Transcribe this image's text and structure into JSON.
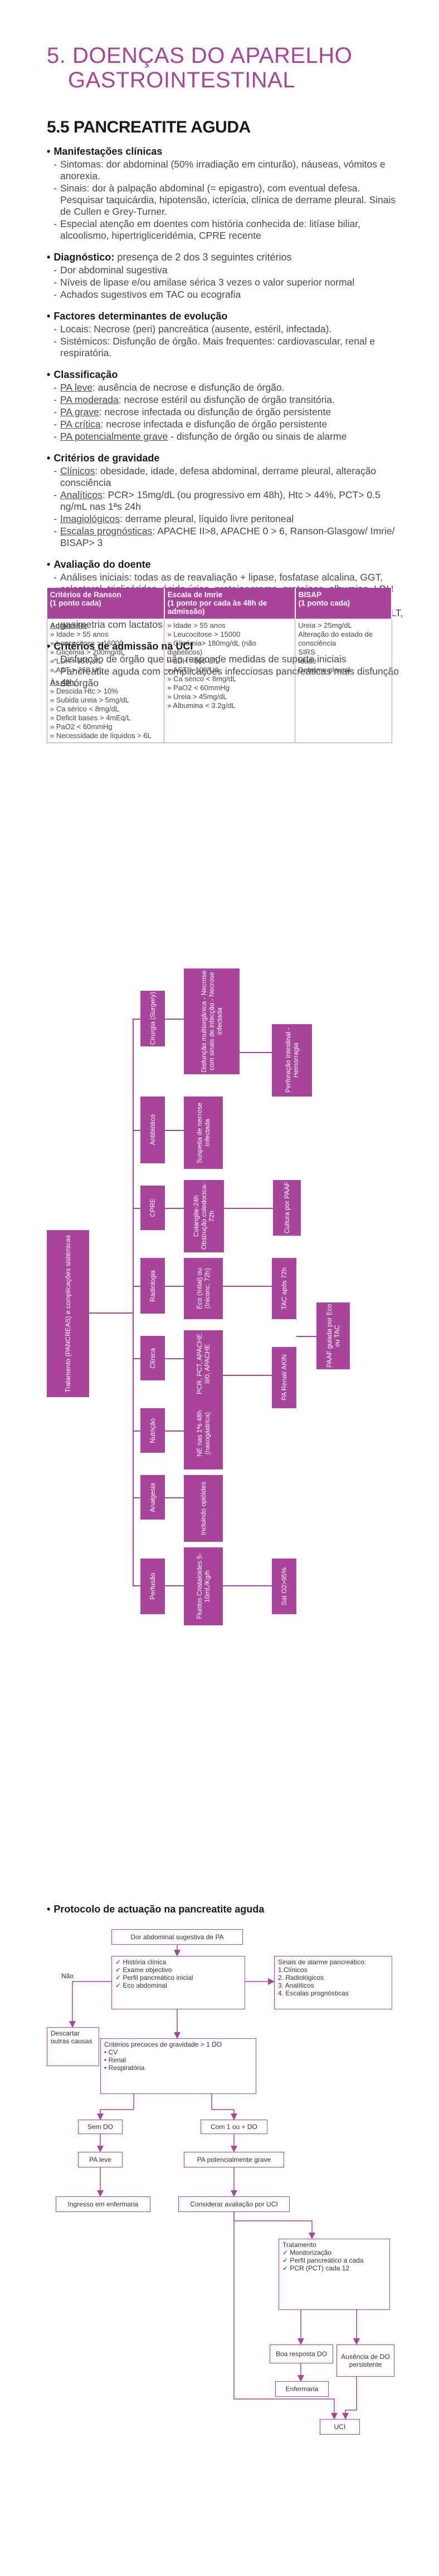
{
  "chapter": {
    "line1": "5. DOENÇAS DO APARELHO",
    "line2": "GASTROINTESTINAL"
  },
  "section": {
    "title": "5.5 PANCREATITE AGUDA"
  },
  "manifestacoes": {
    "heading": "Manifestações clínicas",
    "items": [
      "Sintomas: dor abdominal (50% irradiação em cinturão), náuseas, vómitos e anorexia.",
      "Sinais: dor à palpação abdominal (= epigastro), com eventual defesa. Pesquisar taquicárdia, hipotensão, icterícia, clínica de derrame pleural. Sinais de Cullen e Grey-Turner.",
      "Especial atenção em doentes com história conhecida de: litíase biliar, alcoolismo, hipertrigliceridémia, CPRE recente"
    ]
  },
  "diagnostico": {
    "heading": "Diagnóstico:",
    "text": "presença de 2 dos 3 seguintes critérios",
    "items": [
      "Dor abdominal sugestiva",
      "Níveis de lipase e/ou amilase sérica 3 vezes o valor superior normal",
      "Achados sugestivos em TAC ou ecografia"
    ]
  },
  "factores": {
    "heading": "Factores determinantes de evolução",
    "items": [
      "Locais: Necrose (peri) pancreática (ausente, estéril, infectada).",
      "Sistémicos: Disfunção de órgão. Mais frequentes: cardiovascular, renal e respiratória."
    ]
  },
  "classificacao": {
    "heading": "Classificação",
    "items": [
      {
        "term": "PA leve",
        "text": ": ausência de necrose e disfunção de órgão."
      },
      {
        "term": "PA moderada",
        "text": ": necrose estéril ou disfunção de órgão transitória."
      },
      {
        "term": "PA grave",
        "text": ": necrose infectada ou disfunção de órgão persistente"
      },
      {
        "term": "PA crítica",
        "text": ": necrose infectada e disfunção de órgão persistente"
      },
      {
        "term": "PA potencialmente grave",
        "text": " - disfunção de órgão ou sinais de alarme"
      }
    ]
  },
  "gravidade": {
    "heading": "Critérios de gravidade",
    "items": [
      {
        "term": "Clínicos",
        "text": ": obesidade, idade, defesa abdominal, derrame pleural, alteração consciência"
      },
      {
        "term": "Analíticos",
        "text": ": PCR> 15mg/dL (ou  progressivo em 48h), Htc > 44%, PCT> 0.5 ng/mL nas 1ªs 24h"
      },
      {
        "term": "Imagiológicos",
        "text": ": derrame pleural, líquido livre peritoneal"
      },
      {
        "term": "Escalas prognósticas",
        "text": ": APACHE II>8, APACHE 0 > 6, Ranson-Glasgow/ Imrie/ BISAP> 3"
      }
    ]
  },
  "avaliacao": {
    "heading": "Avaliação do doente",
    "items": [
      "Análises iniciais: todas as de reavaliação + lipase, fosfatase alcalina, GGT, colesterol, triglicéridos, ácido úrico, proteinograma, proteínas, albumina, LDH",
      "Análises de reavaliação 12-24h: hemograma, TP, amilase sérica, PCR, PCT, glicémia, ureia, creatinina, ionograma, cálcio, fósforo, bilirrubina total, AST, ALT, gasimetria com lactatos"
    ]
  },
  "admissao": {
    "heading": "Critérios de admissão na UCI",
    "items": [
      "Disfunção de órgão que não responde medidas de suporte iniciais",
      "Pancreatite aguda com complicações infecciosas pancreáticas mais disfunção de órgão"
    ]
  },
  "scores_table": {
    "headers": [
      "Critérios de Ranson\n(1 ponto cada)",
      "Escala de Imrie\n(1 ponto por cada às 48h de admissão)",
      "BISAP\n(1 ponto cada)"
    ],
    "ranson_admissao_label": "Admissão:",
    "ranson_admissao": [
      "» Idade > 55 anos",
      "» Leucocitose > 16000",
      "» Glicémia > 200mg/dL",
      "» LDH >350 U/L",
      "» AST > 250 U/L"
    ],
    "ranson_48h_label": "Às 48h:",
    "ranson_48h": [
      "» Descida Htc > 10%",
      "» Subida ureia > 5mg/dL",
      "» Ca sérico < 8mg/dL",
      "» Deficit bases > 4mEq/L",
      "» PaO2 < 60mmHg",
      "» Necessidade de líquidos > 6L"
    ],
    "imrie": [
      "» Idade > 55 anos",
      "» Leucocitose > 15000",
      "» Glicémia> 180mg/dL (não diabéticos)",
      "» LDH >600 U/L",
      "» AST > 100 U/L",
      "» Ca sérico < 8mg/dL",
      "» PaO2 < 60mmHg",
      "» Ureia > 45mg/dL",
      "» Albumina < 3.2g/dL"
    ],
    "bisap": [
      "Ureia > 25mg/dL",
      "Alteração do estado de consciência",
      "SIRS",
      "Idade",
      "Derrame pleural"
    ]
  },
  "treatment_tree": {
    "root": "Tratamento (PANCREAS) e complicações sistémicas",
    "branches": [
      {
        "label": "Cirurgia (Surgery)",
        "nodes": [
          "Disfunção multiorgânica - Necrose com sinais de infecção - Necrose infectada",
          "Perfuração intestinal - Hemorragia"
        ]
      },
      {
        "label": "Antibiótico",
        "nodes": [
          "Suspeita de necrose infectada"
        ]
      },
      {
        "label": "CPRE",
        "nodes": [
          "Colangite-24h Obstrução coledocica-72h",
          "Cultura por PAAF"
        ]
      },
      {
        "label": "Radiologia",
        "nodes": [
          "Eco (Intial) ou (Iniconc. 72h)",
          "TAC após 72h",
          "PAAF guiada por Eco ou TAC"
        ]
      },
      {
        "label": "Clínica",
        "nodes": [
          "PCR, PCT, APACHE II/0, APACHE",
          "PA Renal/ AKIN"
        ]
      },
      {
        "label": "Nutrição",
        "nodes": [
          "NE nas 1ªs 48h (nasogástrica)"
        ]
      },
      {
        "label": "Analgesia",
        "nodes": [
          "Incluindo opióides"
        ]
      },
      {
        "label": "Perfusão",
        "nodes": [
          "Fluidos Cristaloides 5-10mL/Kg/h",
          "Sat O2>95%"
        ]
      }
    ]
  },
  "protocol": {
    "title": "Protocolo de actuação na pancreatite aguda",
    "start": "Dor abdominal sugestiva de PA",
    "checklist": [
      "História clínica",
      "Exame objectivo",
      "Perfil pancreático inicial",
      "Eco abdominal"
    ],
    "alarm_title": "Sinais de alarme pancreático:",
    "alarm_items": [
      "1.Clínicos",
      "2. Radiológicos",
      "3. Analíticos",
      "4. Escalas prognósticas"
    ],
    "no_label": "Não",
    "rule_out": "Descartar outras causas",
    "criteria_title": "Critérios precoces de gravidade > 1 DO",
    "criteria_items": [
      "CV",
      "Renal",
      "Respiratória"
    ],
    "no_do": "Sem DO",
    "with_do": "Com 1 ou + DO",
    "mild": "PA leve",
    "potential": "PA potencialmente grave",
    "ward": "Ingresso em enfermaria",
    "icu_eval": "Considerar avaliação por UCI",
    "treatment_title": "Tratamento",
    "treatment_items": [
      "Monitorização",
      "Perfil pancreático a cada",
      "PCR (PCT) cada 12"
    ],
    "good_response": "Boa resposta DO",
    "persistent": "Ausência de DO persistente",
    "ward2": "Enfermaria",
    "icu": "UCI"
  }
}
